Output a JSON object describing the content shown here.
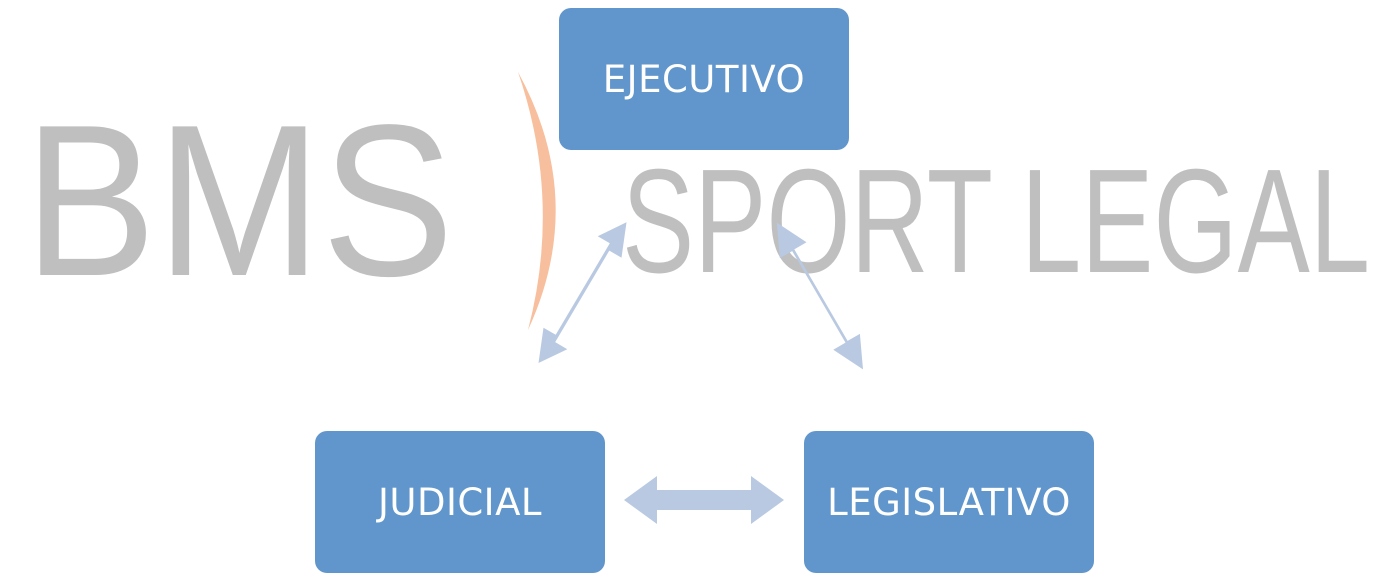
{
  "watermark": {
    "left_text": "BMS",
    "right_text": "SPORT LEGAL",
    "text_color": "#bfbfbf",
    "bracket_color": "#f6b48c"
  },
  "diagram": {
    "node_fill": "#6196cc",
    "node_text_color": "#ffffff",
    "arrow_fill": "#b9c9e1",
    "nodes": [
      {
        "id": "ejecutivo",
        "label": "EJECUTIVO"
      },
      {
        "id": "judicial",
        "label": "JUDICIAL"
      },
      {
        "id": "legislativo",
        "label": "LEGISLATIVO"
      }
    ],
    "connections": [
      {
        "from": "ejecutivo",
        "to": "judicial",
        "type": "bidirectional-arrow"
      },
      {
        "from": "ejecutivo",
        "to": "legislativo",
        "type": "bidirectional-arrow"
      },
      {
        "from": "judicial",
        "to": "legislativo",
        "type": "bidirectional-arrow"
      }
    ]
  }
}
